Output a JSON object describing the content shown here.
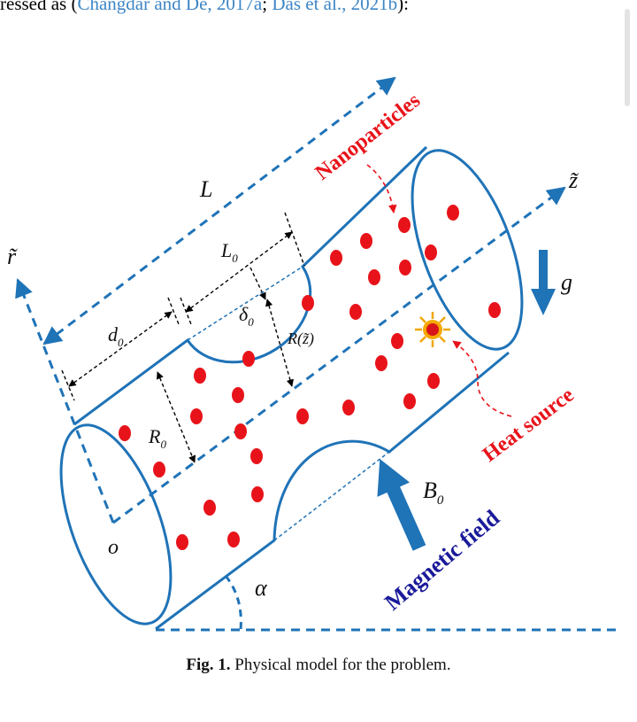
{
  "top_text": {
    "before": "ressed as (",
    "cite1": "Changdar and De, 2017a",
    "sep": "; ",
    "cite2": "Das et al., 2021b",
    "after": "):"
  },
  "figure": {
    "labels": {
      "L": "L",
      "L0": "L",
      "L0_sub": "0",
      "d0": "d",
      "d0_sub": "0",
      "delta0": "δ",
      "delta0_sub": "0",
      "Rz": "R(z̃)",
      "R0": "R",
      "R0_sub": "0",
      "r_axis": "r̃",
      "z_axis": "z̃",
      "origin": "o",
      "g": "g",
      "B0": "B",
      "B0_sub": "0",
      "alpha": "α",
      "nanoparticles": "Nanoparticles",
      "heat_source": "Heat source",
      "magnetic_field": "Magnetic field"
    },
    "colors": {
      "tube": "#1f73b7",
      "particle": "#e8131a",
      "red_label": "#e8131a",
      "blue_label": "#1a1a9a",
      "arrow": "#1f73b7"
    }
  },
  "caption": {
    "fig_num": "Fig. 1.",
    "text": "Physical model for the problem."
  }
}
